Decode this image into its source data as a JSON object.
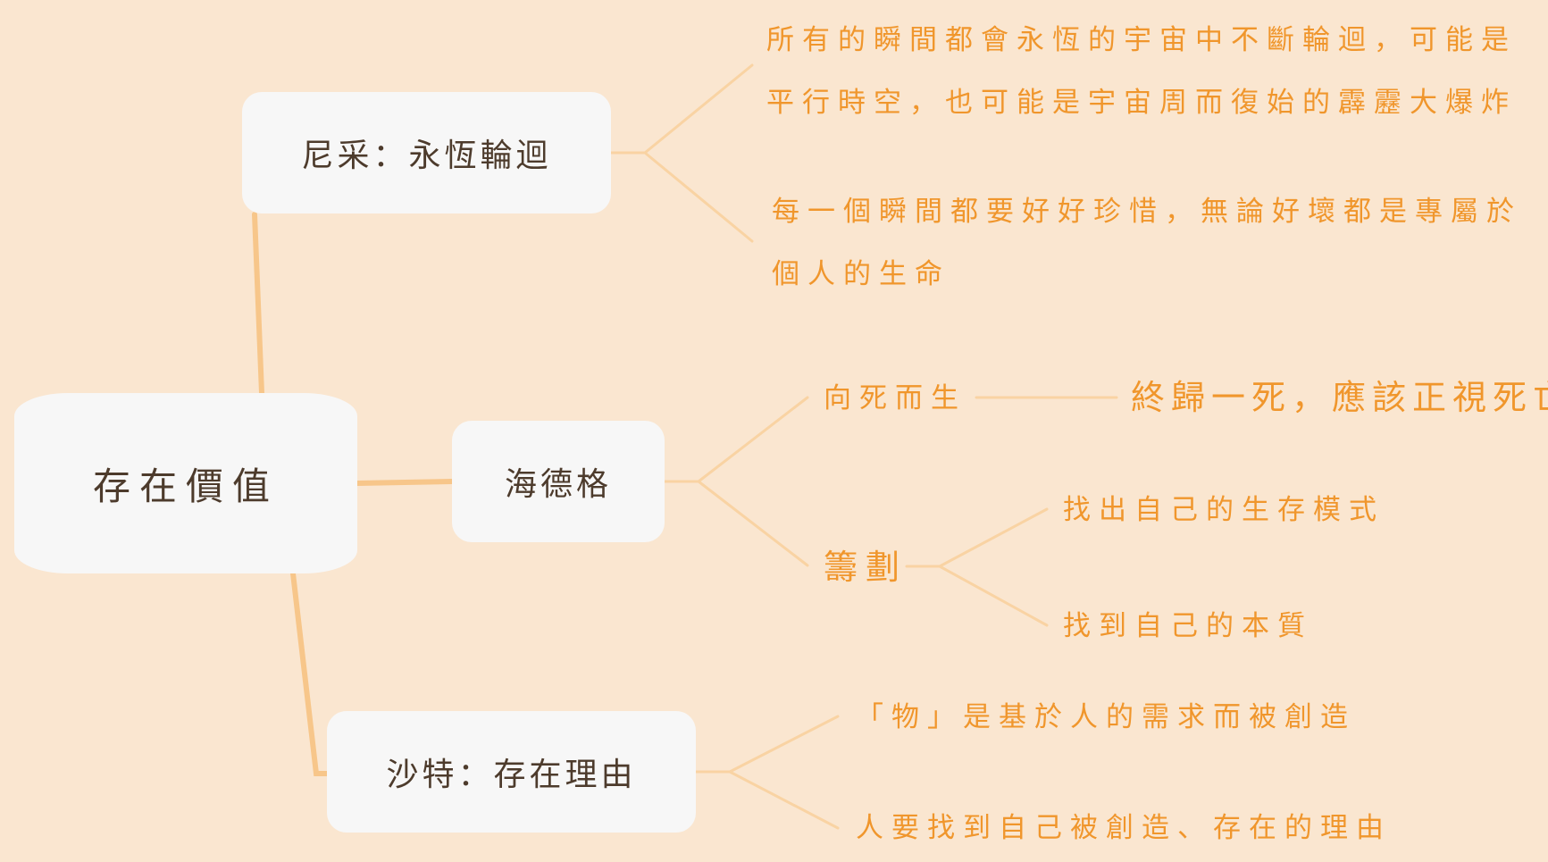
{
  "canvas": {
    "background": "#fae6d0"
  },
  "colors": {
    "main_branch": "#f7c68a",
    "sub_branch": "#f9d3a3",
    "node_fill": "#f7f7f7",
    "node_text": "#4d3b2c",
    "leaf_text": "#f0962c"
  },
  "root": {
    "label": "存在價值"
  },
  "branches": {
    "nietzsche": {
      "label": "尼采：永恆輪迴",
      "children": [
        "所有的瞬間都會永恆的宇宙中不斷輪迴，可能是平行時空，也可能是宇宙周而復始的霹靂大爆炸",
        "每一個瞬間都要好好珍惜，無論好壞都是專屬於個人的生命"
      ]
    },
    "heidegger": {
      "label": "海德格",
      "children": [
        {
          "label": "向死而生",
          "child": "終歸一死，應該正視死亡"
        },
        {
          "label": "籌劃",
          "children": [
            "找出自己的生存模式",
            "找到自己的本質"
          ]
        }
      ]
    },
    "sartre": {
      "label": "沙特：存在理由",
      "children": [
        "「物」是基於人的需求而被創造",
        "人要找到自己被創造、存在的理由"
      ]
    }
  }
}
